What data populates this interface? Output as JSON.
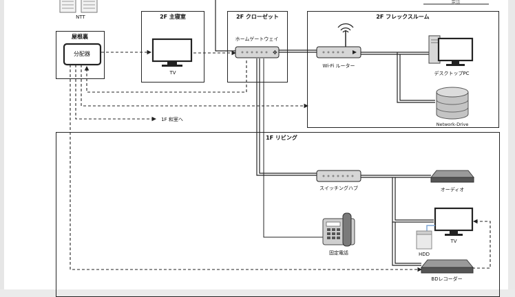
{
  "labels": {
    "ntt": "NTT",
    "attic": "屋根裏",
    "splitter": "分配器",
    "bedroom": "2F 主寝室",
    "closet": "2F クローゼット",
    "flex": "2F フレックスルーム",
    "living": "1F リビング",
    "tv_bedroom": "TV",
    "home_gateway": "ホームゲートウェイ",
    "wifi_router": "Wi-Fi ルーター",
    "desktop_pc": "デスクトップPC",
    "nas": "Network-Drive",
    "to_washitsu": "1F 和室へ",
    "switching_hub": "スイッチングハブ",
    "audio": "オーディオ",
    "tv_living": "TV",
    "hdd": "HDD",
    "landline": "固定電話",
    "bd_recorder": "BDレコーダー",
    "top_right": "電話"
  },
  "colors": {
    "line": "#222222",
    "cable_fill": "#ffffff",
    "device_gray": "#bfbfbf",
    "device_dark": "#555555",
    "hdd_blue": "#7fa6d6"
  }
}
